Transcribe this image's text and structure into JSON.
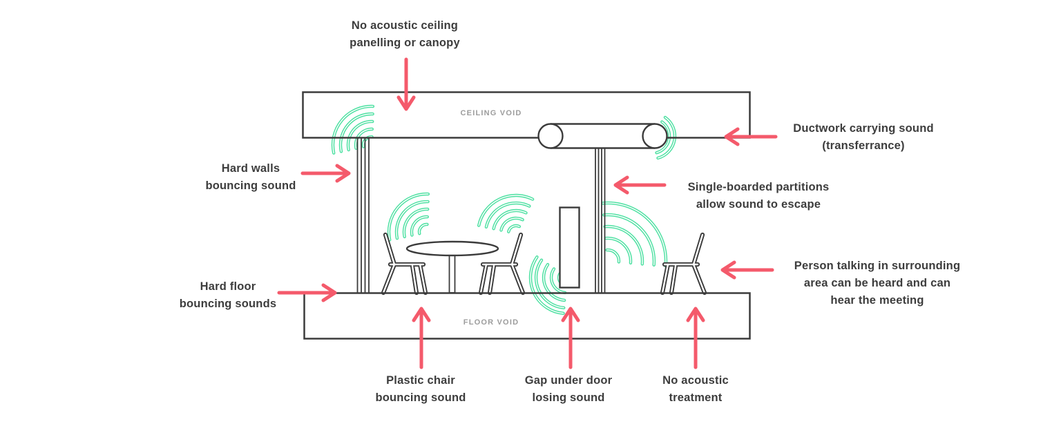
{
  "colors": {
    "ink": "#3b3b3b",
    "arrow": "#f45a6b",
    "wave": "#4ce0a1",
    "muted": "#9c9c9c",
    "background": "#ffffff"
  },
  "room": {
    "ceiling_void": "CEILING VOID",
    "floor_void": "FLOOR VOID"
  },
  "labels": {
    "no_acoustic_ceiling": {
      "line1": "No acoustic ceiling",
      "line2": "panelling or canopy"
    },
    "hard_walls": {
      "line1": "Hard walls",
      "line2": "bouncing sound"
    },
    "hard_floor": {
      "line1": "Hard floor",
      "line2": "bouncing sounds"
    },
    "ductwork": {
      "line1": "Ductwork carrying sound",
      "line2": "(transferrance)"
    },
    "partitions": {
      "line1": "Single-boarded partitions",
      "line2": "allow sound to escape"
    },
    "person": {
      "line1": "Person talking in surrounding",
      "line2": "area can be heard and can",
      "line3": "hear the meeting"
    },
    "plastic_chair": {
      "line1": "Plastic chair",
      "line2": "bouncing sound"
    },
    "gap_door": {
      "line1": "Gap under door",
      "line2": "losing sound"
    },
    "no_treatment": {
      "line1": "No acoustic",
      "line2": "treatment"
    }
  }
}
